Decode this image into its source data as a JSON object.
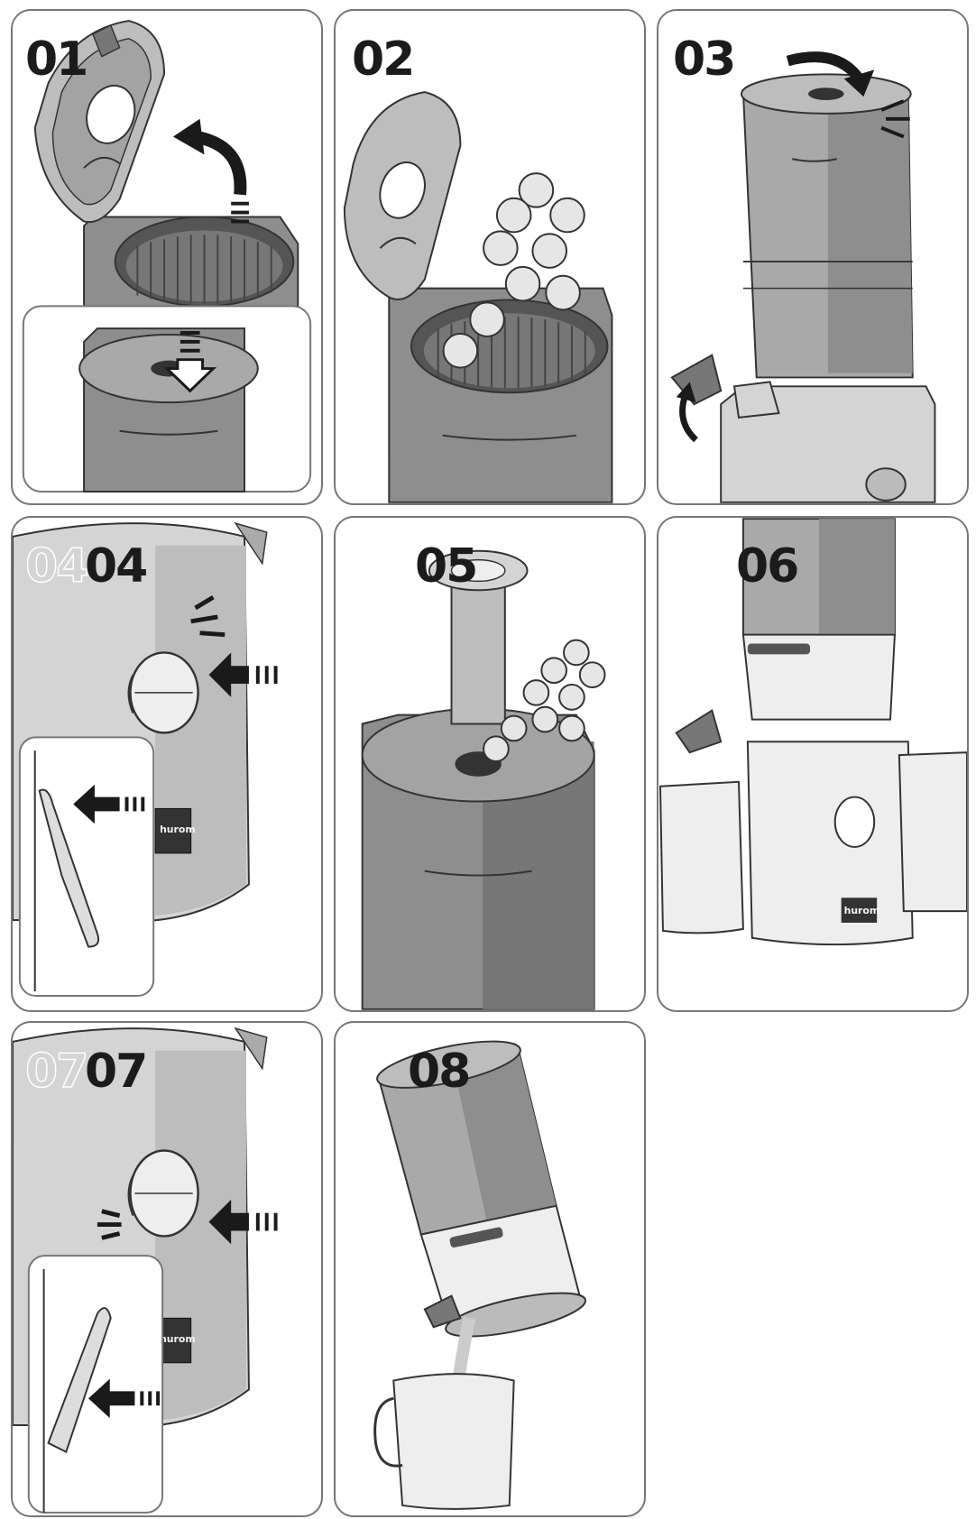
{
  "steps": [
    {
      "number": "01",
      "illustration": "open-lid-lift-cover"
    },
    {
      "number": "02",
      "illustration": "insert-fruit"
    },
    {
      "number": "03",
      "illustration": "lock-lid-open-spout"
    },
    {
      "number": "04",
      "illustration": "close-juice-cap",
      "ghost": "04"
    },
    {
      "number": "05",
      "illustration": "use-pusher"
    },
    {
      "number": "06",
      "illustration": "containers-under-outlets"
    },
    {
      "number": "07",
      "illustration": "open-juice-cap",
      "ghost": "07"
    },
    {
      "number": "08",
      "illustration": "tilt-pour-remaining-juice"
    }
  ],
  "brand_badge": "hurom",
  "colors": {
    "dark": "#8e8e8e",
    "mid": "#a9a9a9",
    "light": "#d4d4d4",
    "pale": "#eeeeee",
    "line": "#333333",
    "arrow": "#1a1a1a"
  }
}
